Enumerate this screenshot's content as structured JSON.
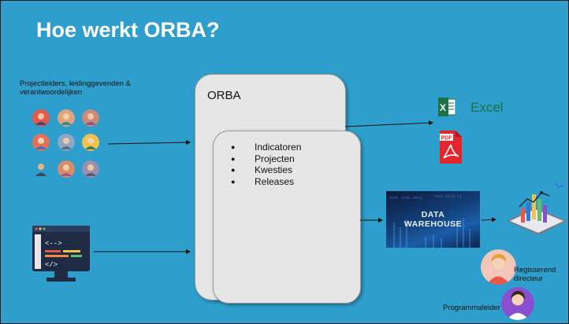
{
  "slide": {
    "title": "Hoe werkt ORBA?"
  },
  "sources": {
    "people_caption": "Projectleiders, leidinggevenden & verantwoordelijken",
    "avatar_count": 9
  },
  "orba": {
    "label": "ORBA",
    "items": [
      "Indicatoren",
      "Projecten",
      "Kwesties",
      "Releases"
    ]
  },
  "outputs": {
    "excel_label": "Excel",
    "pdf_label": "PDF",
    "dw_line1": "DATA",
    "dw_line2": "WAREHOUSE"
  },
  "roles": {
    "director": "Regisserend directeur",
    "program_lead": "Programmaleider"
  },
  "colors": {
    "background": "#2e9fcc",
    "box_fill": "#e6e6e6",
    "excel_green": "#1e7145",
    "pdf_red": "#e4252b"
  }
}
